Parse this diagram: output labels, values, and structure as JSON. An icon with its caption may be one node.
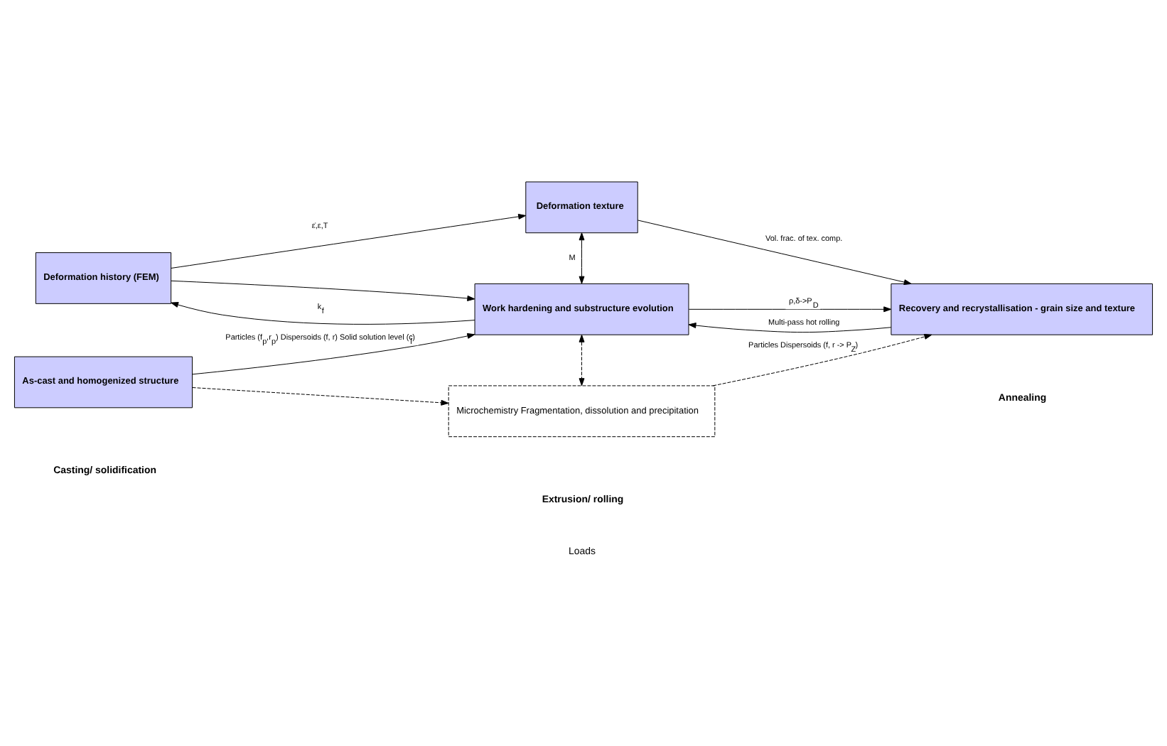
{
  "diagram": {
    "nodes": [
      {
        "text": [
          "Deformation history (FEM)"
        ]
      },
      {
        "text": [
          "Deformation texture"
        ]
      },
      {
        "text": [
          "Work hardening and substructure evolution"
        ]
      },
      {
        "text": [
          "Recovery and recrystallisation - grain size and texture"
        ]
      },
      {
        "text": [
          "As-cast and homogenized structure"
        ]
      },
      {
        "text": [
          "Microchemistry Fragmentation, dissolution and precipitation"
        ]
      }
    ],
    "edges": [
      {
        "from": 0,
        "to": 1,
        "arrow": "to",
        "label": "ε̇,ε,T"
      },
      {
        "from": 0,
        "to": 2,
        "arrow": "to"
      },
      {
        "from": 2,
        "to": 0,
        "arrow": "to",
        "label": "k$_{f}$"
      },
      {
        "from": 1,
        "to": 2,
        "arrow": "both",
        "label": "M"
      },
      {
        "from": 1,
        "to": 3,
        "arrow": "to",
        "label": "Vol. frac. of tex. comp."
      },
      {
        "from": 2,
        "to": 3,
        "arrow": "to",
        "label": "ρ,δ->P$_{D}$"
      },
      {
        "from": 3,
        "to": 2,
        "arrow": "to",
        "label": "Multi-pass hot rolling"
      },
      {
        "from": 4,
        "to": 2,
        "arrow": "to",
        "label": "Particles (f$_{p}$,r$_{p}$) Dispersoids (f, r) Solid solution level (c$_{l}$)"
      },
      {
        "from": 2,
        "to": 5,
        "arrow": "both",
        "style": "dashed"
      },
      {
        "from": 4,
        "to": 5,
        "arrow": "to",
        "style": "dashed"
      },
      {
        "from": 5,
        "to": 3,
        "arrow": "to",
        "style": "dashed",
        "label": "Particles Dispersoids (f, r -> P$_{Z}$)"
      }
    ],
    "labels": [
      "Loads",
      "Casting/ solidification",
      "Extrusion/ rolling",
      "Annealing"
    ]
  }
}
